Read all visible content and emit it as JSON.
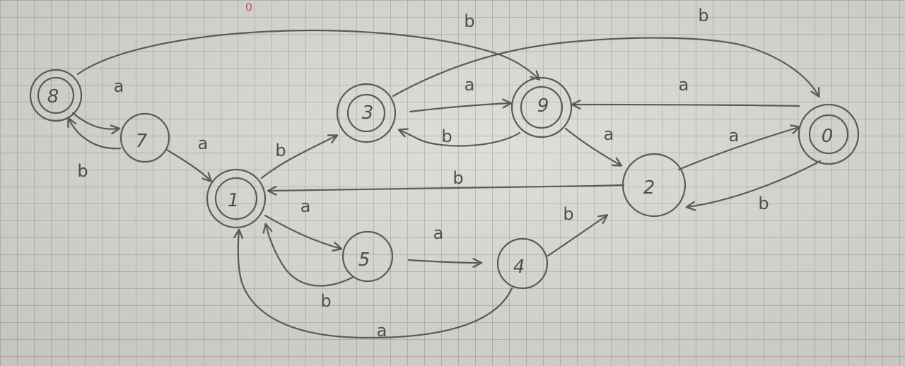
{
  "page_mark": "0",
  "states": [
    {
      "id": "s8",
      "label": "8",
      "accepting": true
    },
    {
      "id": "s7",
      "label": "7",
      "accepting": false
    },
    {
      "id": "s1",
      "label": "1",
      "accepting": true
    },
    {
      "id": "s3",
      "label": "3",
      "accepting": true
    },
    {
      "id": "s9",
      "label": "9",
      "accepting": true
    },
    {
      "id": "s0",
      "label": "0",
      "accepting": true
    },
    {
      "id": "s2",
      "label": "2",
      "accepting": false
    },
    {
      "id": "s5",
      "label": "5",
      "accepting": false
    },
    {
      "id": "s4",
      "label": "4",
      "accepting": false
    }
  ],
  "transitions": [
    {
      "id": "t8-9",
      "from": "8",
      "to": "9",
      "label": "b"
    },
    {
      "id": "t8-7",
      "from": "8",
      "to": "7",
      "label": "a"
    },
    {
      "id": "t7-8",
      "from": "7",
      "to": "8",
      "label": "b"
    },
    {
      "id": "t7-1",
      "from": "7",
      "to": "1",
      "label": "a"
    },
    {
      "id": "t1-3",
      "from": "1",
      "to": "3",
      "label": "b"
    },
    {
      "id": "t1-5",
      "from": "1",
      "to": "5",
      "label": "a"
    },
    {
      "id": "t5-1",
      "from": "5",
      "to": "1",
      "label": "b"
    },
    {
      "id": "t5-4",
      "from": "5",
      "to": "4",
      "label": "a"
    },
    {
      "id": "t4-2",
      "from": "4",
      "to": "2",
      "label": "b"
    },
    {
      "id": "t4-1",
      "from": "4",
      "to": "1",
      "label": "a"
    },
    {
      "id": "t3-9",
      "from": "3",
      "to": "9",
      "label": "a"
    },
    {
      "id": "t3-0",
      "from": "3",
      "to": "0",
      "label": "b"
    },
    {
      "id": "t9-3",
      "from": "9",
      "to": "3",
      "label": "b"
    },
    {
      "id": "t9-2",
      "from": "9",
      "to": "2",
      "label": "a"
    },
    {
      "id": "t0-9",
      "from": "0",
      "to": "9",
      "label": "a"
    },
    {
      "id": "t0-2",
      "from": "0",
      "to": "2",
      "label": "b"
    },
    {
      "id": "t2-0",
      "from": "2",
      "to": "0",
      "label": "a"
    },
    {
      "id": "t2-1",
      "from": "2",
      "to": "1",
      "label": "b"
    }
  ]
}
